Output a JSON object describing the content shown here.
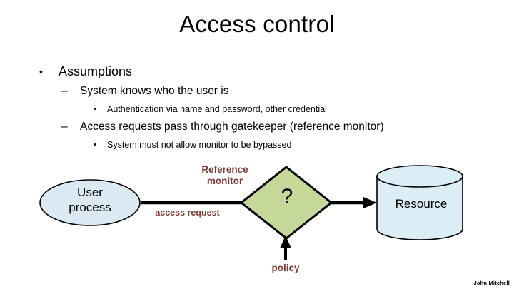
{
  "slide": {
    "title": "Access control",
    "credit": "John Mitchell"
  },
  "bullets": {
    "level1": "Assumptions",
    "marker1": "•",
    "marker2": "–",
    "marker3": "•",
    "items": [
      {
        "level": 2,
        "text": "System knows who the user is"
      },
      {
        "level": 3,
        "text": "Authentication via name and password, other credential"
      },
      {
        "level": 2,
        "text": "Access requests pass through gatekeeper (reference monitor)"
      },
      {
        "level": 3,
        "text": "System must not allow monitor to be bypassed"
      }
    ]
  },
  "diagram": {
    "user_process": "User\nprocess",
    "user_process_line1": "User",
    "user_process_line2": "process",
    "access_request": "access request",
    "reference_monitor_line1": "Reference",
    "reference_monitor_line2": "monitor",
    "decision_symbol": "?",
    "policy": "policy",
    "resource": "Resource",
    "colors": {
      "ellipse_fill": "#dbeaf2",
      "ellipse_stroke": "#000000",
      "diamond_fill": "#c5d89a",
      "diamond_stroke": "#000000",
      "cylinder_fill": "#dceef5",
      "cylinder_stroke": "#000000",
      "arrow": "#000000",
      "label_maroon": "#7a3b38",
      "text": "#000000",
      "background": "#ffffff"
    }
  }
}
